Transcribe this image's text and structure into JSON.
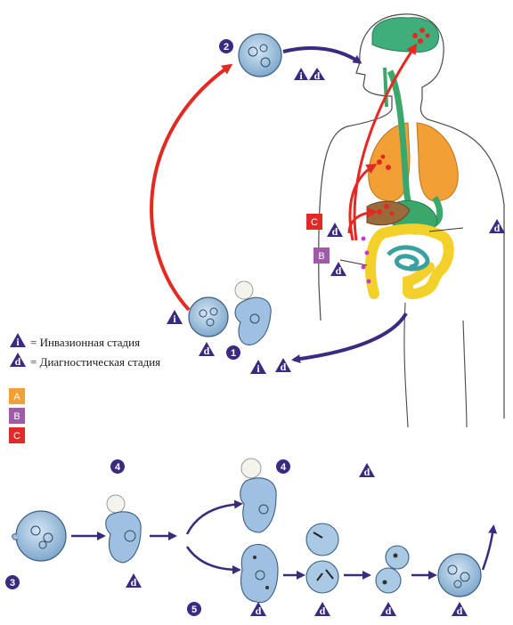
{
  "legend": {
    "infective_symbol": "i",
    "infective_label": "= Инвазионная стадия",
    "diagnostic_symbol": "d",
    "diagnostic_label": "= Диагностическая стадия"
  },
  "key": [
    {
      "letter": "A",
      "color": "#f2a035"
    },
    {
      "letter": "B",
      "color": "#a05aa8"
    },
    {
      "letter": "C",
      "color": "#e02a2a"
    }
  ],
  "steps": [
    "1",
    "2",
    "3",
    "4",
    "4",
    "5"
  ],
  "colors": {
    "purple": "#3b2a80",
    "red": "#e22a23",
    "brain": "#3fae7b",
    "lungs": "#f2a035",
    "digestive": "#3aa86b",
    "intestine": "#f3d02a",
    "cyst": "#a9c9e4"
  }
}
